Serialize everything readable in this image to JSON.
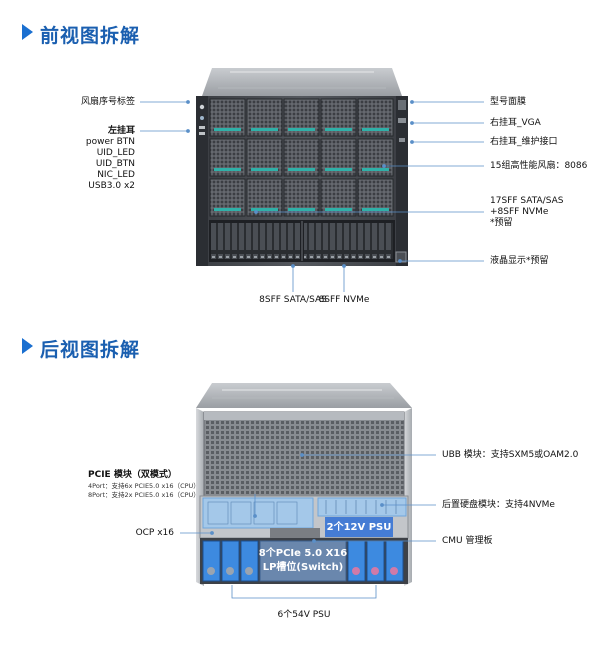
{
  "front": {
    "title": "前视图拆解",
    "left_labels": {
      "fan_serial": "风扇序号标签",
      "left_ear": "左挂耳",
      "left_ear_items": [
        "power BTN",
        "UID_LED",
        "UID_BTN",
        "NIC_LED",
        "USB3.0 x2"
      ]
    },
    "right_labels": {
      "model_panel": "型号面膜",
      "right_ear_vga": "右挂耳_VGA",
      "right_ear_maint": "右挂耳_维护接口",
      "fans": "15组高性能风扇：8086",
      "drives_line1": "17SFF SATA/SAS",
      "drives_line2": "+8SFF NVMe",
      "drives_line3": "*预留",
      "lcd": "液晶显示*预留"
    },
    "bottom_labels": {
      "sata_sas": "8SFF SATA/SAS",
      "nvme": "8SFF NVMe"
    }
  },
  "rear": {
    "title": "后视图拆解",
    "labels": {
      "pcie_title": "PCIE 模块（双模式）",
      "pcie_line1": "4Port：支持6x PCIE5.0 x16（CPU）",
      "pcie_line2": "8Port：支持2x PCIE5.0 x16（CPU）",
      "ocp": "OCP x16",
      "ubb": "UBB 模块：支持SXM5或OAM2.0",
      "rear_drive": "后置硬盘模块：支持4NVMe",
      "cmu": "CMU 管理板",
      "psu54": "6个54V PSU"
    },
    "overlays": {
      "psu12": "2个12V PSU",
      "lp_line1": "8个PCIe 5.0 X16",
      "lp_line2": "LP槽位(Switch)"
    }
  },
  "colors": {
    "accent": "#1a5fb0",
    "highlight": "#9fc8ef",
    "fan_teal": "#30b0a8",
    "psu_blue": "#2f6fd6"
  }
}
